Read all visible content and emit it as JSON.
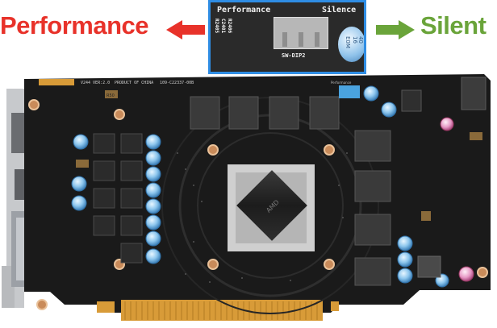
{
  "callout": {
    "left_label": "Performance",
    "right_label": "Silent",
    "left_color": "#e8322a",
    "right_color": "#6aa43a",
    "arrow_left": "left-arrow-icon",
    "arrow_right": "right-arrow-icon"
  },
  "inset": {
    "performance_text": "Performance",
    "silence_text": "Silence",
    "switch_label": "SW-DIP2",
    "ref_codes": [
      "R2405",
      "C2401",
      "R2406"
    ],
    "cap_text": [
      "E0M",
      "16",
      "40"
    ],
    "border_color": "#2f8de4"
  },
  "board": {
    "silkscreen_version": "V244 VER:2.0",
    "silkscreen_origin": "PRODUCT OF CHINA",
    "silkscreen_partno": "109-C22337-00B",
    "inductor_label": "R50",
    "chip_label": "AMD",
    "switch_marker": "Performance"
  }
}
